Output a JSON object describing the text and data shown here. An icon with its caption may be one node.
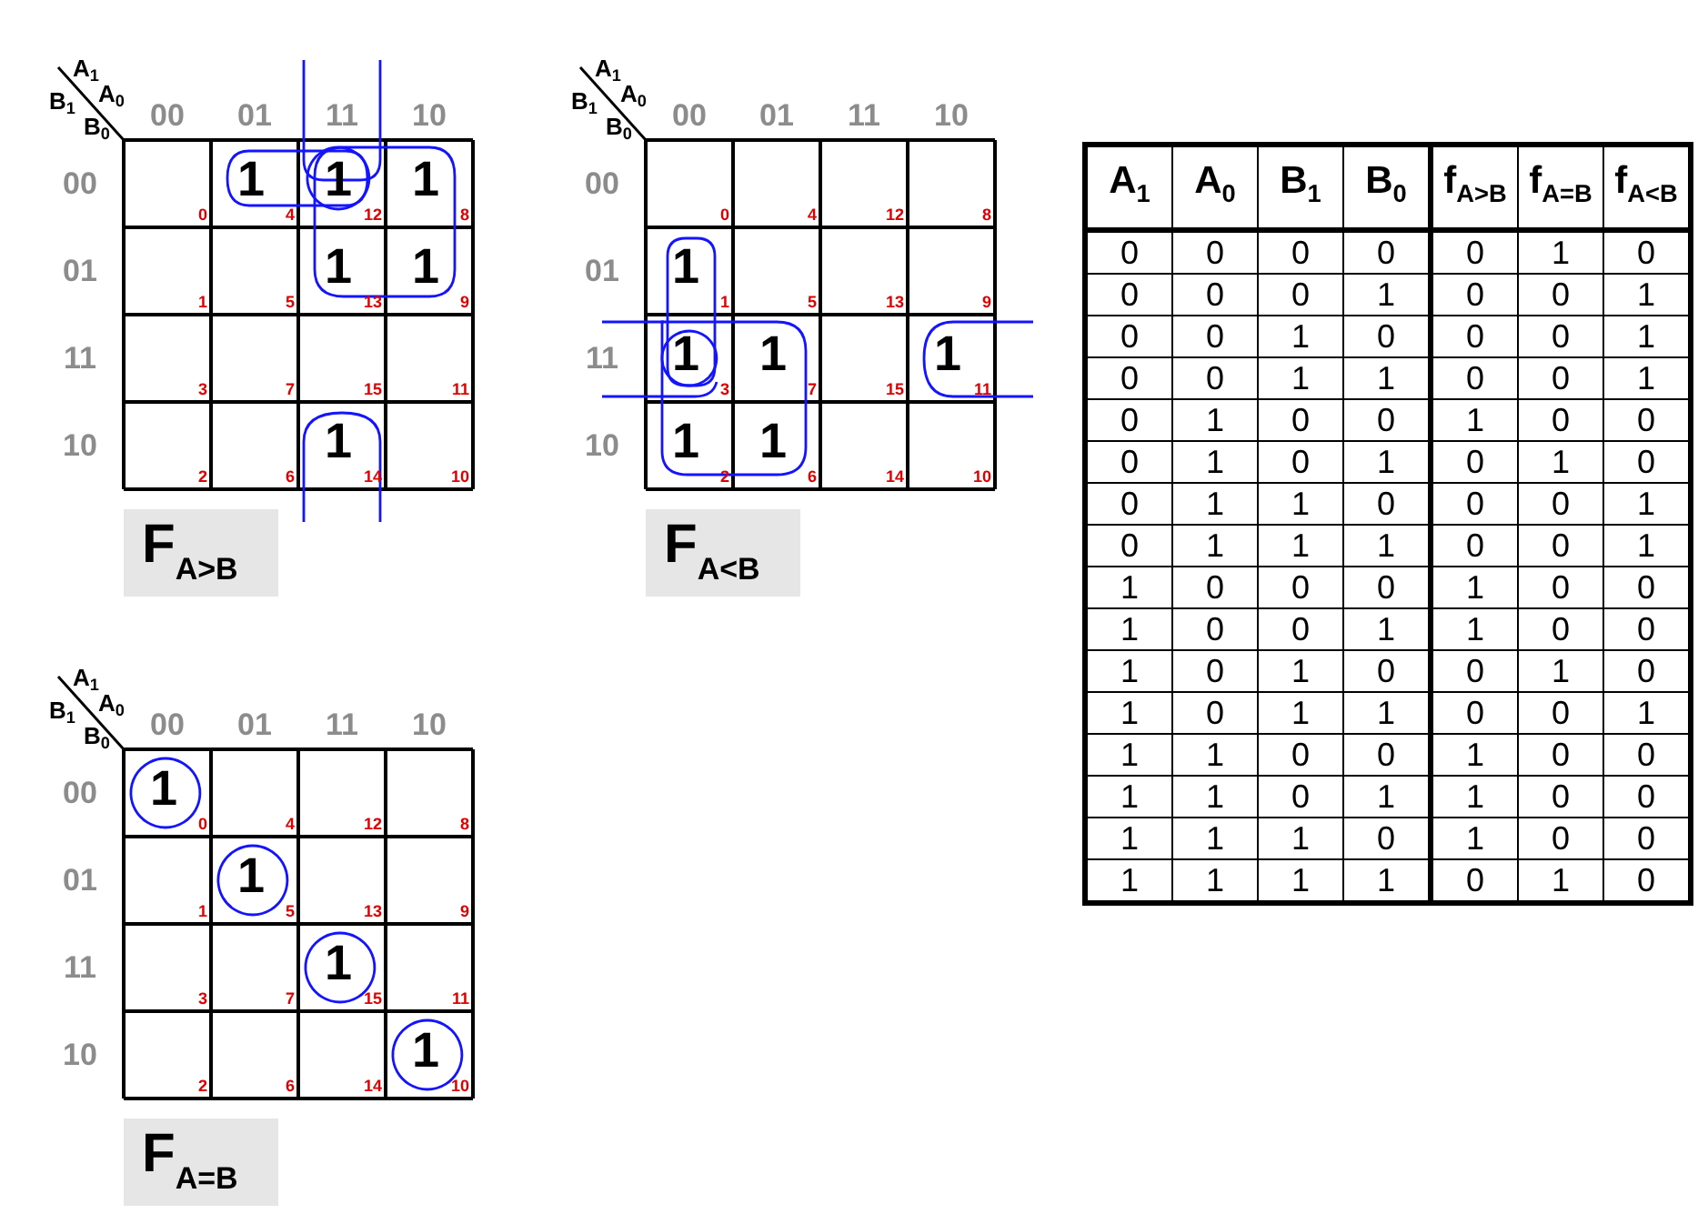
{
  "diagram": {
    "nodes": [
      {
        "text": [
          "F$_{A>B}$"
        ]
      },
      {
        "text": [
          "F$_{A<B}$"
        ]
      },
      {
        "text": [
          "F$_{A=B}$"
        ]
      }
    ],
    "labels": [
      "A$_{1}$",
      "B$_{1}$",
      "A$_{0}$",
      "B$_{0}$",
      "00",
      "01",
      "11",
      "10",
      "00",
      "0",
      "1",
      "4",
      "1",
      "12",
      "1",
      "8",
      "01",
      "1",
      "5",
      "1",
      "13",
      "1",
      "9",
      "11",
      "3",
      "7",
      "15",
      "11",
      "10",
      "2",
      "6",
      "1",
      "14",
      "10",
      "A$_{1}$",
      "B$_{1}$",
      "A$_{0}$",
      "B$_{0}$",
      "00",
      "01",
      "11",
      "10",
      "00",
      "0",
      "4",
      "12",
      "8",
      "01",
      "1",
      "1",
      "5",
      "13",
      "9",
      "11",
      "1",
      "3",
      "1",
      "7",
      "15",
      "1",
      "11",
      "10",
      "1",
      "2",
      "1",
      "6",
      "14",
      "10",
      "A$_{1}$",
      "A$_{0}$",
      "B$_{1}$",
      "B$_{0}$",
      "f$_{A>B}$",
      "f$_{A=B}$",
      "f$_{A<B}$",
      "0",
      "0",
      "0",
      "0",
      "0",
      "1",
      "0",
      "0",
      "0",
      "0",
      "1",
      "0",
      "0",
      "1",
      "0",
      "0",
      "1",
      "0",
      "0",
      "0",
      "1",
      "0",
      "0",
      "1",
      "1",
      "0",
      "0",
      "1",
      "0",
      "1",
      "0",
      "0",
      "1",
      "0",
      "0",
      "0",
      "1",
      "0",
      "1",
      "0",
      "1",
      "0",
      "0",
      "1",
      "1",
      "0",
      "0",
      "0",
      "1",
      "0",
      "1",
      "1",
      "1",
      "0",
      "0",
      "1",
      "1",
      "0",
      "0",
      "0",
      "1",
      "0",
      "0",
      "1",
      "0",
      "0",
      "1",
      "1",
      "0",
      "0",
      "1",
      "0",
      "1",
      "0",
      "0",
      "1",
      "0",
      "1",
      "0",
      "1",
      "1",
      "0",
      "0",
      "1",
      "1",
      "1",
      "0",
      "0",
      "1",
      "0",
      "0",
      "1",
      "1",
      "0",
      "1",
      "1",
      "0",
      "0",
      "1",
      "1",
      "1",
      "0",
      "1",
      "0",
      "0",
      "1",
      "1",
      "1",
      "1",
      "0",
      "1",
      "0",
      "A$_{1}$",
      "B$_{1}$",
      "A$_{0}$",
      "B$_{0}$",
      "00",
      "01",
      "11",
      "10",
      "00",
      "1",
      "0",
      "4",
      "12",
      "8",
      "01",
      "1",
      "1",
      "5",
      "13",
      "9",
      "11",
      "3",
      "7",
      "1",
      "15",
      "11",
      "10",
      "2",
      "6",
      "14",
      "1",
      "10"
    ]
  }
}
